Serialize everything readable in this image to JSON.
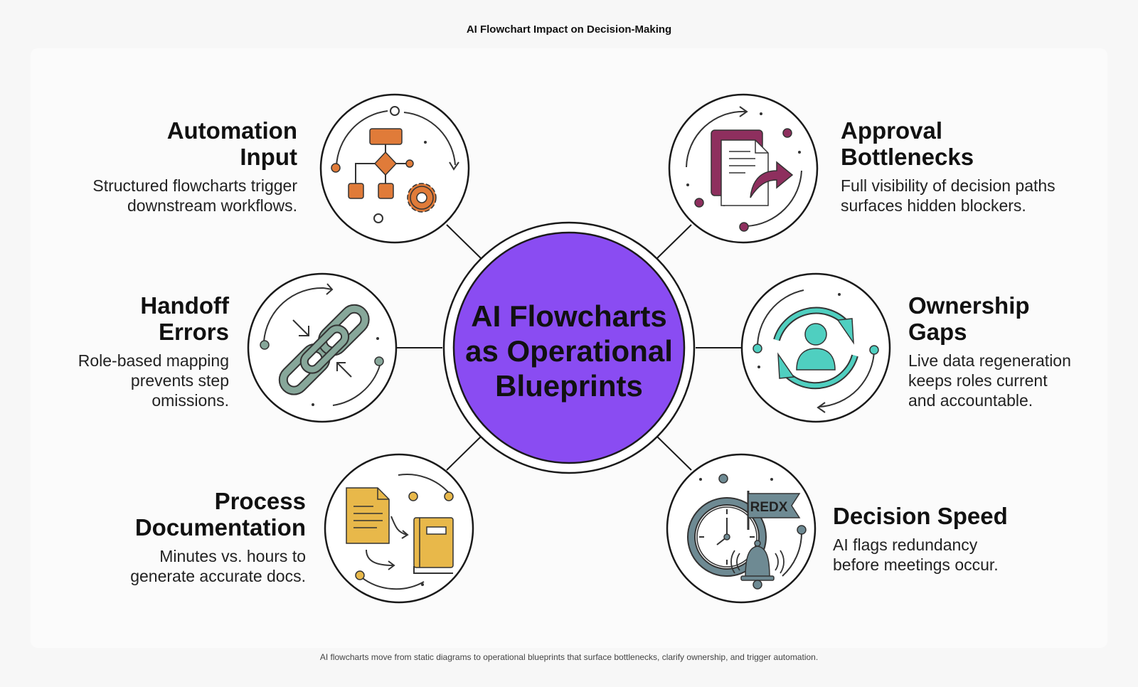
{
  "title": "AI Flowchart Impact on Decision-Making",
  "hub": {
    "lines": [
      "AI Flowcharts",
      "as Operational",
      "Blueprints"
    ],
    "color": "#8a4cf2"
  },
  "nodes": {
    "automation": {
      "title": [
        "Automation",
        "Input"
      ],
      "desc": [
        "Structured flowcharts trigger",
        "downstream workflows."
      ],
      "icon": "flowchart-gear-icon"
    },
    "handoff": {
      "title": [
        "Handoff",
        "Errors"
      ],
      "desc": [
        "Role-based mapping",
        "prevents step",
        "omissions."
      ],
      "icon": "chain-link-icon"
    },
    "documentation": {
      "title": [
        "Process",
        "Documentation"
      ],
      "desc": [
        "Minutes vs. hours to",
        "generate accurate docs."
      ],
      "icon": "document-book-icon"
    },
    "approval": {
      "title": [
        "Approval",
        "Bottlenecks"
      ],
      "desc": [
        "Full visibility of decision paths",
        "surfaces hidden blockers."
      ],
      "icon": "document-share-icon"
    },
    "ownership": {
      "title": [
        "Ownership",
        "Gaps"
      ],
      "desc": [
        "Live data regeneration",
        "keeps roles current",
        "and accountable."
      ],
      "icon": "person-cycle-icon"
    },
    "speed": {
      "title": [
        "Decision Speed"
      ],
      "desc": [
        "AI flags redundancy",
        "before meetings occur."
      ],
      "icon": "clock-flag-bell-icon",
      "flag_text": "REDX"
    }
  },
  "colors": {
    "orange": "#e07b39",
    "sage": "#87a79a",
    "gold": "#e8b84a",
    "plum": "#8e2f5e",
    "teal": "#4fcfc0",
    "slate": "#6e8a93"
  },
  "caption": "AI flowcharts move from static diagrams to operational blueprints that surface bottlenecks, clarify ownership, and trigger automation."
}
